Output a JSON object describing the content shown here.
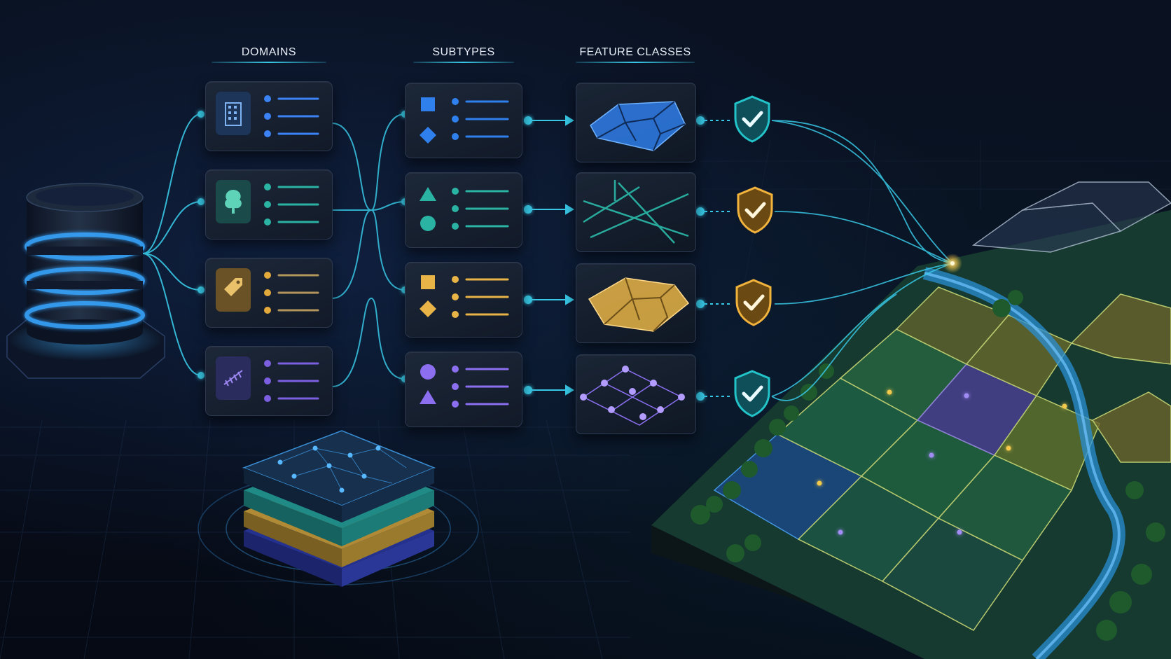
{
  "headers": {
    "domains": "DOMAINS",
    "subtypes": "SUBTYPES",
    "feature_classes": "FEATURE CLASSES"
  },
  "domains": [
    {
      "icon": "building-icon",
      "color": "#3b82f6"
    },
    {
      "icon": "tree-icon",
      "color": "#2ab3a3"
    },
    {
      "icon": "tag-icon",
      "color": "#e3a93a"
    },
    {
      "icon": "railway-icon",
      "color": "#7b5fe0"
    }
  ],
  "subtypes": [
    {
      "shapes": [
        "square-icon",
        "diamond-icon"
      ],
      "color": "#2f80ed"
    },
    {
      "shapes": [
        "triangle-icon",
        "circle-icon"
      ],
      "color": "#2ab3a3"
    },
    {
      "shapes": [
        "square-icon",
        "diamond-icon"
      ],
      "color": "#e8b447"
    },
    {
      "shapes": [
        "circle-icon",
        "triangle-icon"
      ],
      "color": "#8b6ff0"
    }
  ],
  "feature_classes": [
    {
      "kind": "polygons",
      "color": "#2f7de8"
    },
    {
      "kind": "lines",
      "color": "#2ab3a3"
    },
    {
      "kind": "polygons",
      "color": "#e8b447"
    },
    {
      "kind": "points",
      "color": "#8b6ff0"
    }
  ],
  "validation_shields": [
    {
      "icon": "shield-check-icon",
      "color": "#22c3c9"
    },
    {
      "icon": "shield-check-icon",
      "color": "#f2b33d"
    },
    {
      "icon": "shield-check-icon",
      "color": "#f2b33d"
    },
    {
      "icon": "shield-check-icon",
      "color": "#22c3c9"
    }
  ],
  "accent": "#38c8e6"
}
